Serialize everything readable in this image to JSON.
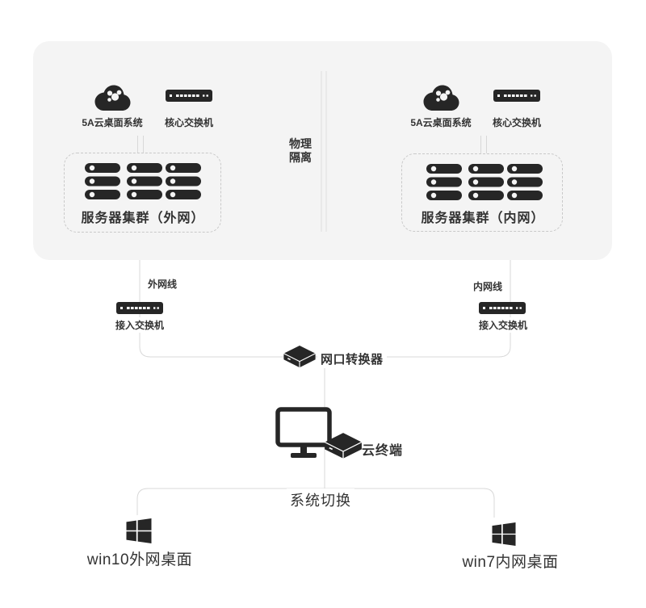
{
  "panel": {
    "isolation_line1": "物理",
    "isolation_line2": "隔离"
  },
  "zones": {
    "left": {
      "cloud_label": "5A云桌面系统",
      "core_switch_label": "核心交换机",
      "cluster_label": "服务器集群（外网）",
      "cable_label": "外网线",
      "access_switch_label": "接入交换机",
      "desktop_label": "win10外网桌面"
    },
    "right": {
      "cloud_label": "5A云桌面系统",
      "core_switch_label": "核心交换机",
      "cluster_label": "服务器集群（内网）",
      "cable_label": "内网线",
      "access_switch_label": "接入交换机",
      "desktop_label": "win7内网桌面"
    }
  },
  "center": {
    "converter_label": "网口转换器",
    "terminal_label": "云终端",
    "system_switch_label": "系统切换"
  },
  "colors": {
    "background": "#ffffff",
    "panel_bg": "#f4f4f4",
    "line": "#d8d8d8",
    "dashed_border": "#c9c9c9",
    "icon": "#262626",
    "text": "#333333"
  }
}
